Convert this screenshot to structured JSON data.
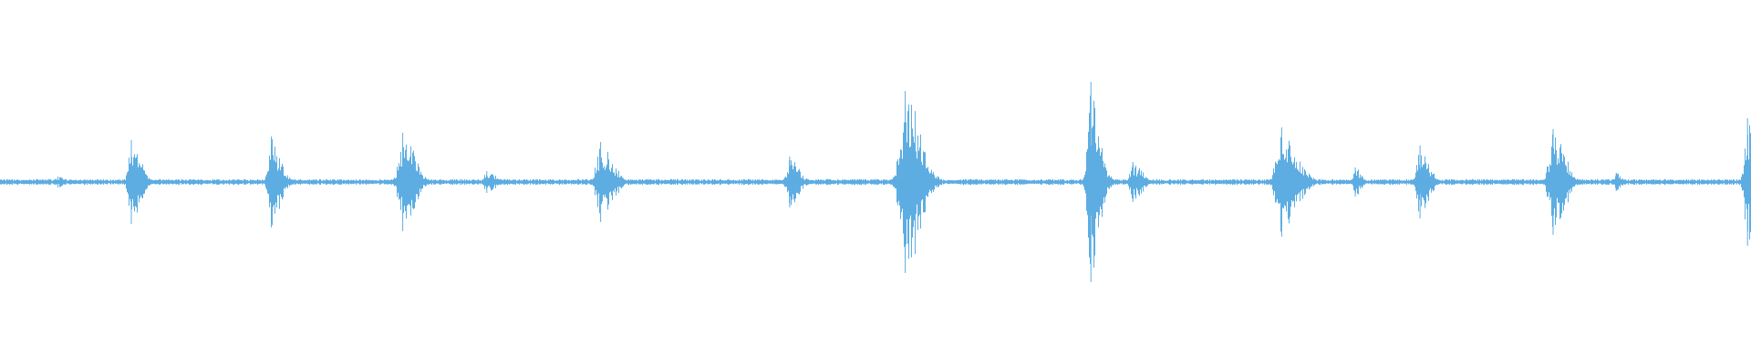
{
  "waveform": {
    "color": "#5dade2",
    "background": "#ffffff",
    "baseline_amplitude": 0.012,
    "duration_fraction_peaks": [
      {
        "position": 0.033,
        "amplitude": 0.03,
        "spread": 0.003
      },
      {
        "position": 0.075,
        "amplitude": 0.23,
        "spread": 0.003
      },
      {
        "position": 0.155,
        "amplitude": 0.25,
        "spread": 0.003
      },
      {
        "position": 0.23,
        "amplitude": 0.27,
        "spread": 0.004
      },
      {
        "position": 0.278,
        "amplitude": 0.06,
        "spread": 0.003
      },
      {
        "position": 0.343,
        "amplitude": 0.22,
        "spread": 0.004
      },
      {
        "position": 0.451,
        "amplitude": 0.14,
        "spread": 0.003
      },
      {
        "position": 0.517,
        "amplitude": 0.5,
        "spread": 0.005
      },
      {
        "position": 0.623,
        "amplitude": 0.55,
        "spread": 0.003
      },
      {
        "position": 0.647,
        "amplitude": 0.11,
        "spread": 0.003
      },
      {
        "position": 0.732,
        "amplitude": 0.3,
        "spread": 0.005
      },
      {
        "position": 0.774,
        "amplitude": 0.08,
        "spread": 0.002
      },
      {
        "position": 0.811,
        "amplitude": 0.2,
        "spread": 0.003
      },
      {
        "position": 0.887,
        "amplitude": 0.29,
        "spread": 0.004
      },
      {
        "position": 0.923,
        "amplitude": 0.05,
        "spread": 0.002
      },
      {
        "position": 0.998,
        "amplitude": 0.35,
        "spread": 0.003
      }
    ]
  }
}
